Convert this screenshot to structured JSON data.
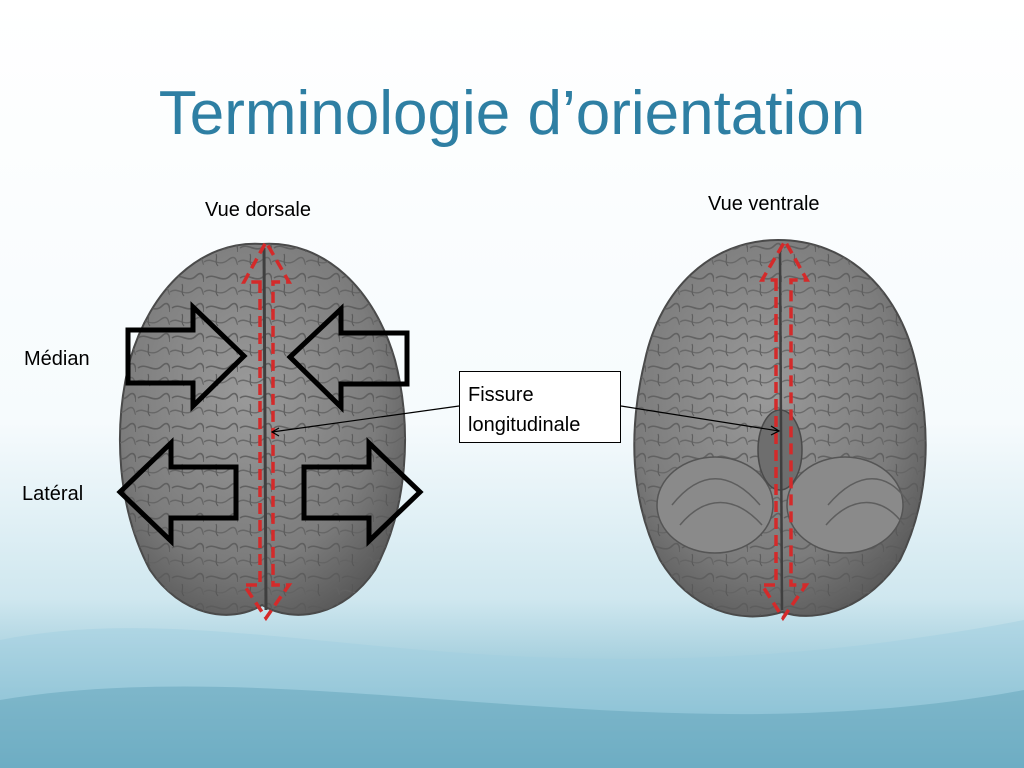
{
  "slide": {
    "title": "Terminologie d’orientation",
    "labels": {
      "dorsal": "Vue dorsale",
      "ventral": "Vue ventrale",
      "median": "Médian",
      "lateral": "Latéral"
    },
    "callout": {
      "line1": "Fissure",
      "line2": "longitudinale"
    },
    "colors": {
      "title": "#2e7fa3",
      "midline": "#d42a2a",
      "brain": "#7a7a7a"
    }
  }
}
